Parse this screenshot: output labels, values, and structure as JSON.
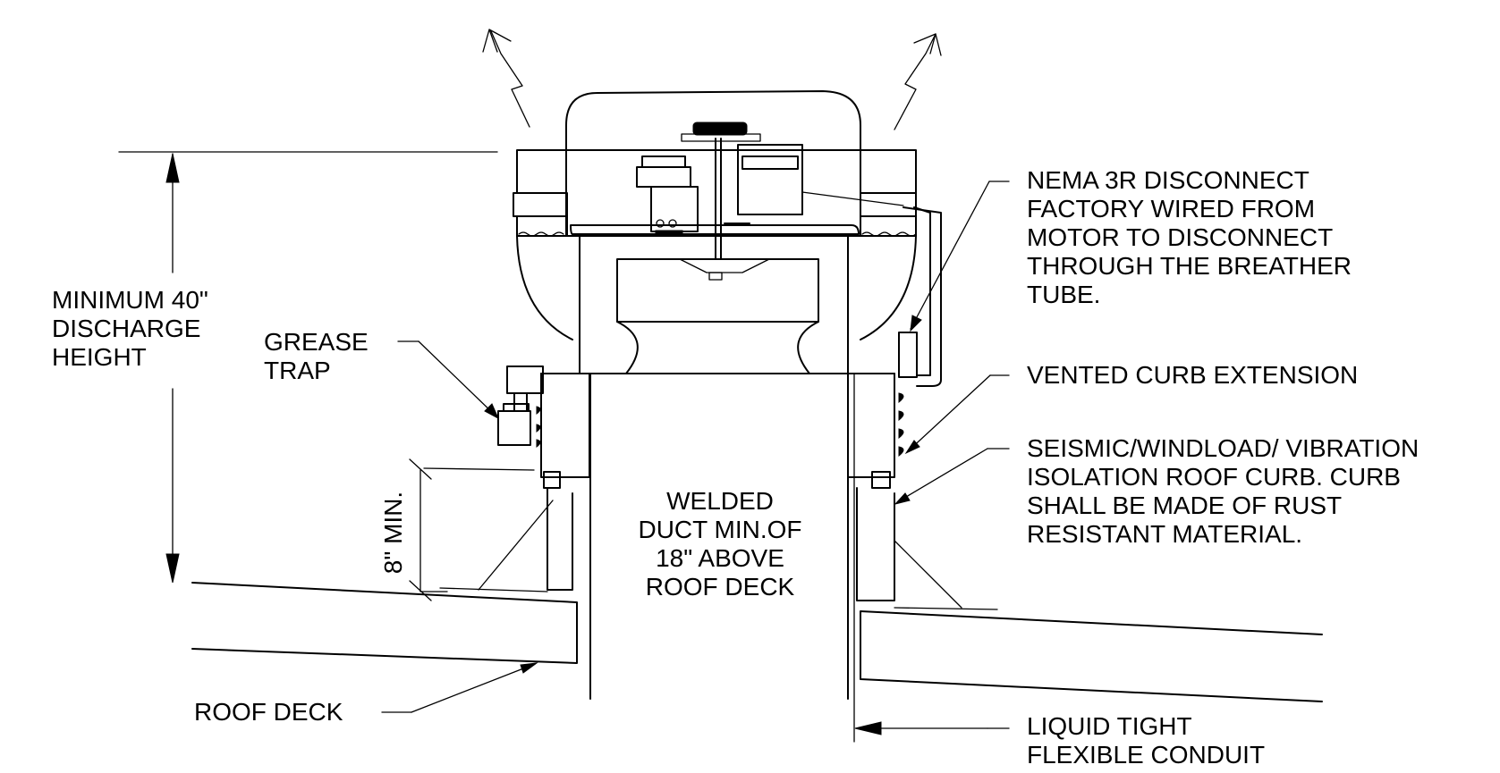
{
  "labels": {
    "discharge_height": [
      "MINIMUM 40\"",
      "DISCHARGE",
      "HEIGHT"
    ],
    "grease_trap": [
      "GREASE",
      "TRAP"
    ],
    "disconnect": [
      "NEMA 3R DISCONNECT",
      "FACTORY WIRED FROM",
      "MOTOR TO DISCONNECT",
      "THROUGH THE BREATHER",
      "TUBE."
    ],
    "vented_curb": "VENTED CURB EXTENSION",
    "roof_curb": [
      "SEISMIC/WINDLOAD/ VIBRATION",
      "ISOLATION ROOF CURB.  CURB",
      "SHALL BE MADE OF RUST",
      "RESISTANT MATERIAL."
    ],
    "welded_duct": [
      "WELDED",
      "DUCT MIN.OF",
      "18\" ABOVE",
      "ROOF DECK"
    ],
    "curb_height": "8\" MIN.",
    "roof_deck": "ROOF DECK",
    "conduit": [
      "LIQUID TIGHT",
      "FLEXIBLE CONDUIT"
    ]
  },
  "colors": {
    "line": "#000000",
    "background": "#ffffff"
  }
}
